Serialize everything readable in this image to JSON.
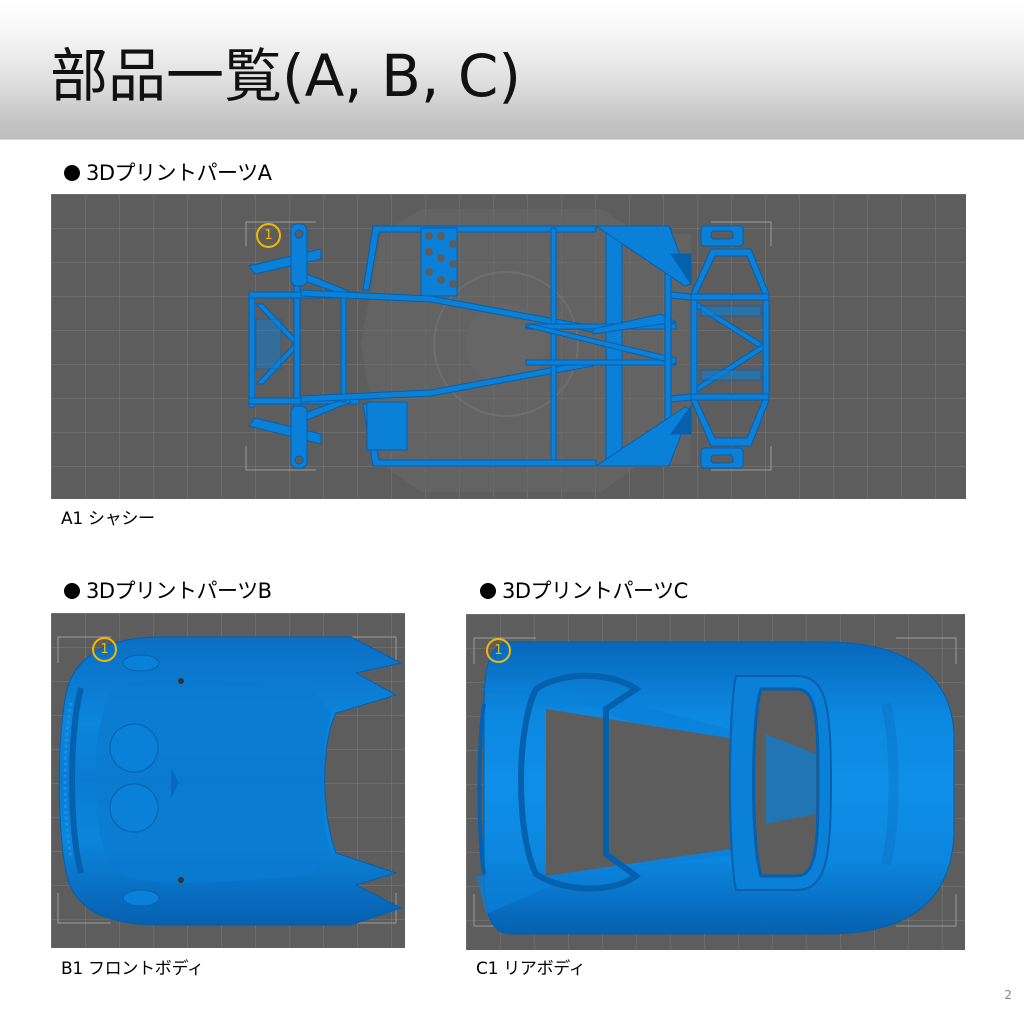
{
  "header": {
    "title": "部品一覧(A, B, C)"
  },
  "sections": [
    {
      "id": "A",
      "heading": "3Dプリントパーツ A",
      "heading_display": "3DプリントパーツA",
      "bullet": "●",
      "parts": [
        {
          "badge": "1",
          "code": "A1",
          "name": "シャシー",
          "caption": "A1 シャシー"
        }
      ]
    },
    {
      "id": "B",
      "heading_display": "3DプリントパーツB",
      "bullet": "●",
      "parts": [
        {
          "badge": "1",
          "code": "B1",
          "name": "フロントボディ",
          "caption": "B1 フロントボディ"
        }
      ]
    },
    {
      "id": "C",
      "heading_display": "3DプリントパーツC",
      "bullet": "●",
      "parts": [
        {
          "badge": "1",
          "code": "C1",
          "name": "リアボディ",
          "caption": "C1 リアボディ"
        }
      ]
    }
  ],
  "colors": {
    "part_blue": "#0a80d8",
    "part_blue_dark": "#0560ad",
    "badge": "#f2b705",
    "viewport_bg": "#5d5d5d"
  },
  "page": {
    "number": "2"
  }
}
